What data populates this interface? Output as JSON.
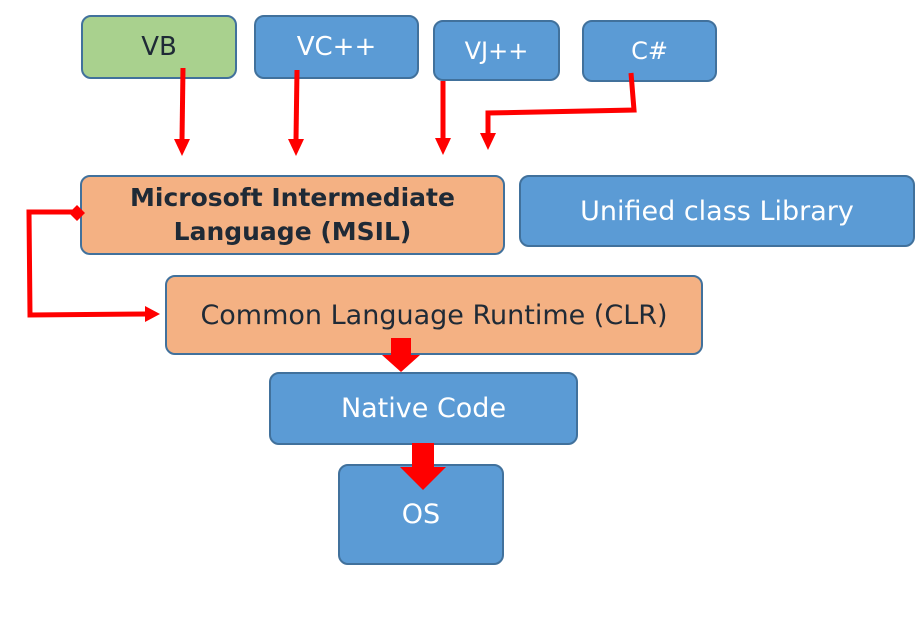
{
  "diagram": {
    "title": ".NET compilation flow",
    "colors": {
      "blue_fill": "#5b9bd5",
      "green_fill": "#a9d18e",
      "orange_fill": "#f4b183",
      "border": "#41719c",
      "arrow": "#ff0000"
    },
    "languages": {
      "vb": "VB",
      "vc": "VC++",
      "vj": "VJ++",
      "cs": "C#"
    },
    "msil": {
      "line1": "Microsoft Intermediate",
      "line2": "Language (MSIL)"
    },
    "unified_class_library": "Unified class Library",
    "clr": "Common Language Runtime (CLR)",
    "native_code": "Native Code",
    "os": "OS",
    "edges": [
      {
        "from": "VB",
        "to": "MSIL"
      },
      {
        "from": "VC++",
        "to": "MSIL"
      },
      {
        "from": "VJ++",
        "to": "MSIL"
      },
      {
        "from": "C#",
        "to": "MSIL"
      },
      {
        "from": "MSIL",
        "to": "CLR"
      },
      {
        "from": "CLR",
        "to": "Native Code"
      },
      {
        "from": "Native Code",
        "to": "OS"
      }
    ]
  }
}
